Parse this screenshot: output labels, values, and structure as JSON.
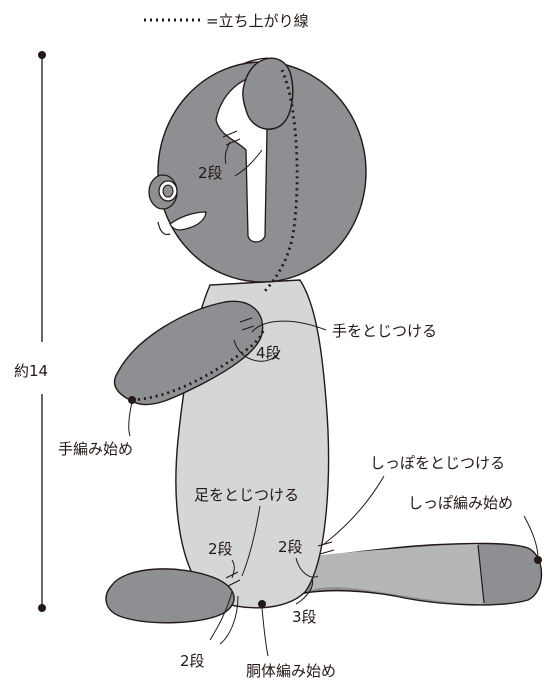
{
  "legend": {
    "text": "=立ち上がり線"
  },
  "dimension": {
    "label": "約14"
  },
  "labels": {
    "ear_rows": "2段",
    "arm_attach": "手をとじつける",
    "arm_rows": "4段",
    "arm_start": "手編み始め",
    "tail_attach": "しっぽをとじつける",
    "tail_start": "しっぽ編み始め",
    "leg_attach": "足をとじつける",
    "leg_rows_upper": "2段",
    "tail_rows": "2段",
    "tail_rows_lower": "3段",
    "leg_rows_lower": "2段",
    "body_start": "胴体編み始め"
  },
  "colors": {
    "dark": "#8d8f92",
    "light": "#d5d6d8",
    "mid": "#b4b6b8",
    "outline": "#231815",
    "white": "#ffffff"
  }
}
